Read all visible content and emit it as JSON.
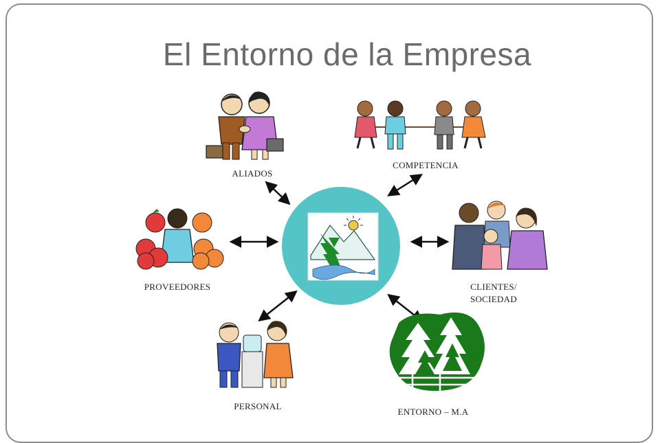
{
  "slide": {
    "title": "El Entorno de la Empresa"
  },
  "nodes": {
    "aliados": "ALIADOS",
    "competencia": "COMPETENCIA",
    "proveedores": "PROVEEDORES",
    "clientes_line1": "CLIENTES/",
    "clientes_line2": "SOCIEDAD",
    "personal": "PERSONAL",
    "entorno": "ENTORNO – M.A"
  },
  "colors": {
    "center_circle": "#54c4c6",
    "forest_green": "#1a7a1a",
    "arrow": "#111111",
    "title": "#6b6b6b"
  },
  "icons": {
    "center": "landscape-icon",
    "aliados": "handshake-people-icon",
    "competencia": "tug-of-war-icon",
    "proveedores": "fruit-vendor-icon",
    "clientes": "family-group-icon",
    "personal": "water-cooler-people-icon",
    "entorno": "forest-icon"
  }
}
